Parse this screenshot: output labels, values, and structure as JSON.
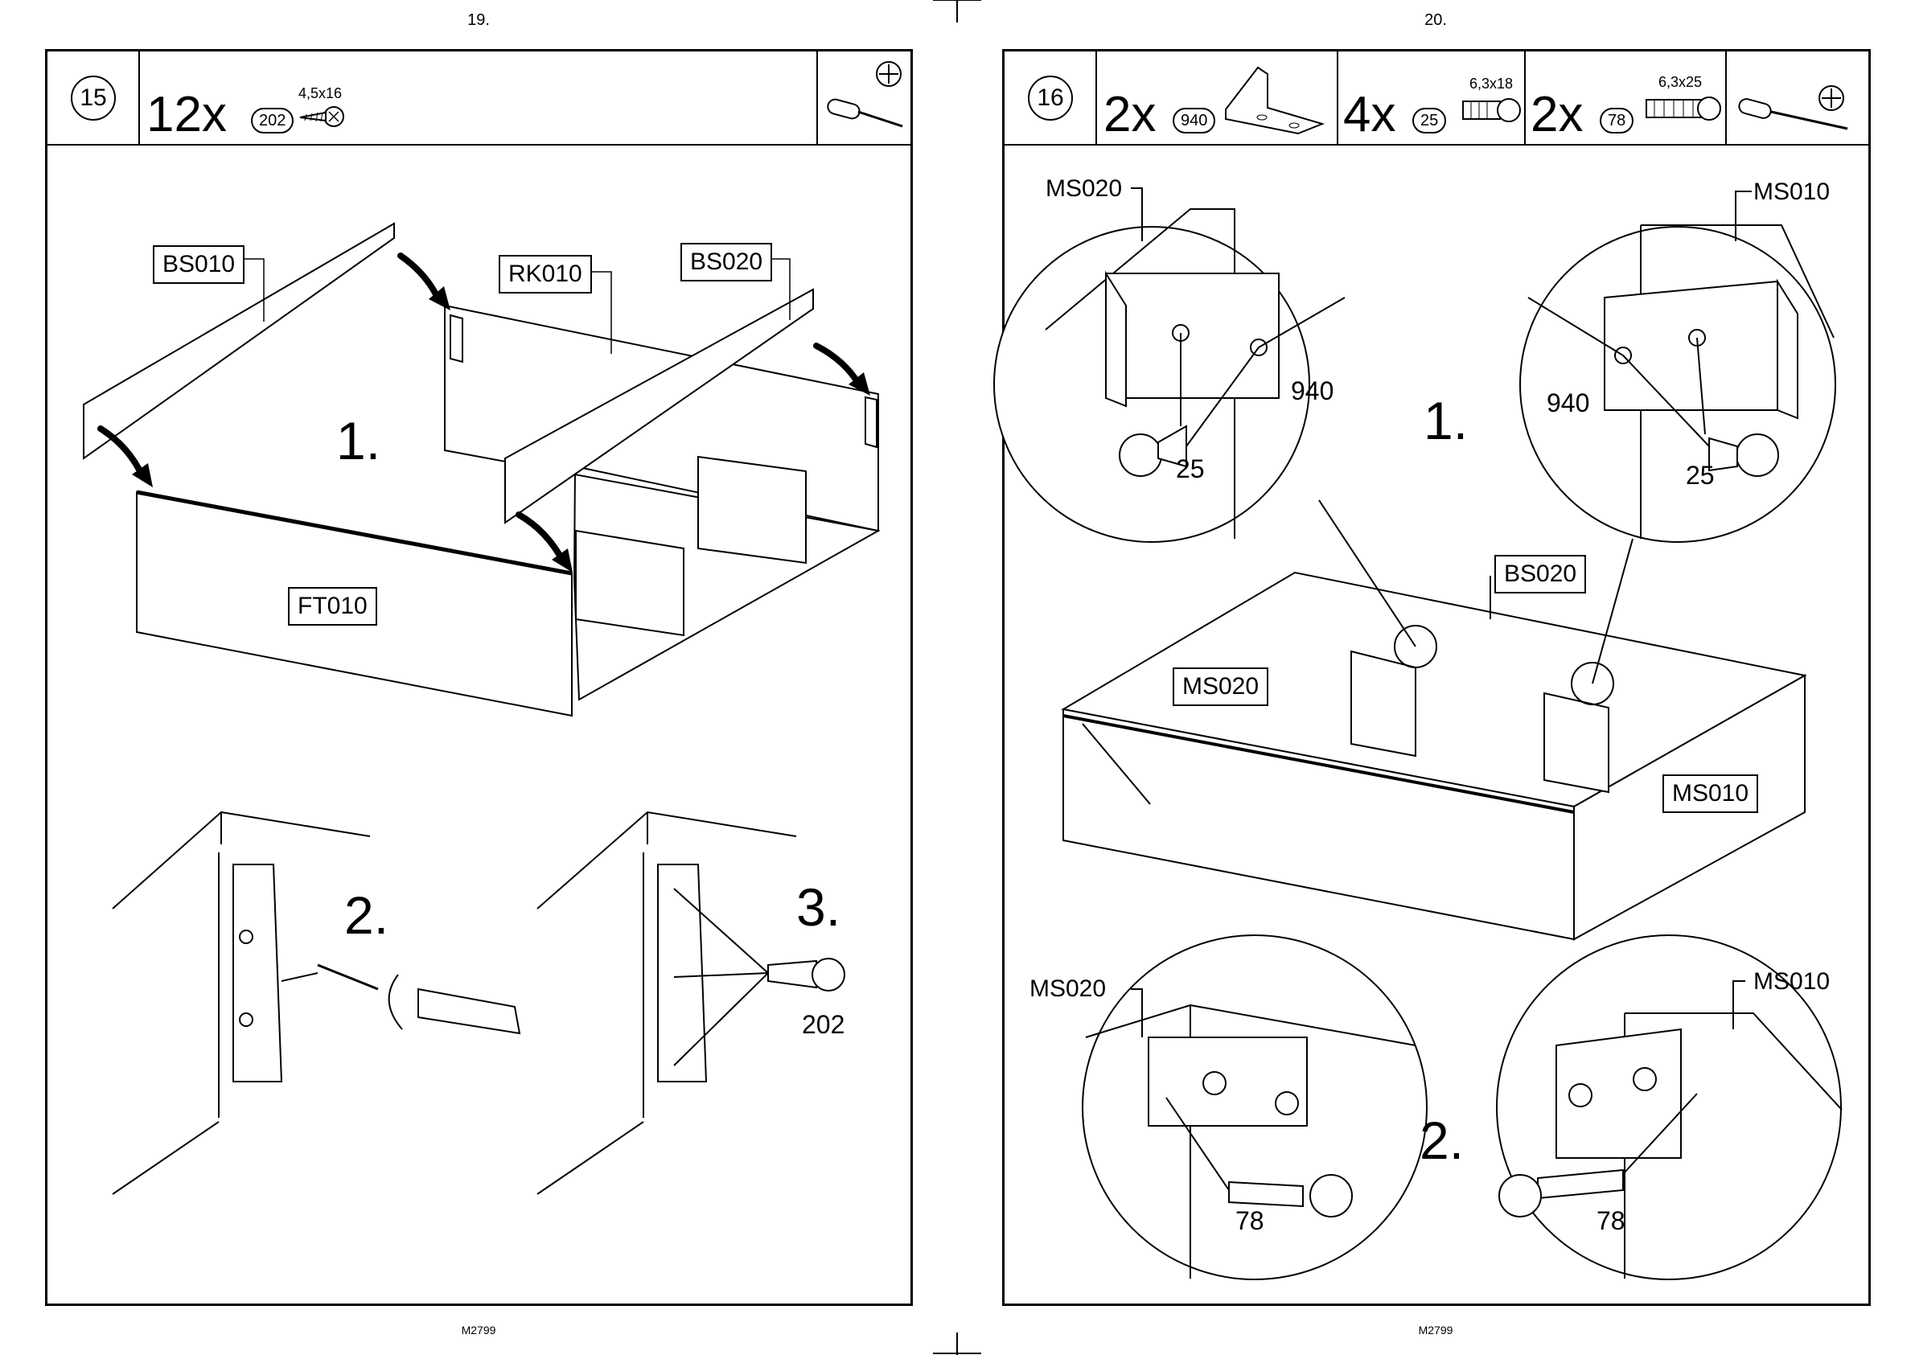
{
  "left_page": {
    "page_number": "19.",
    "footer": "M2799",
    "step": "15",
    "parts": [
      {
        "qty": "12x",
        "id": "202",
        "spec": "4,5x16",
        "icon": "wood-screw-icon"
      }
    ],
    "tool_icons": [
      "screwdriver-icon",
      "phillips-head-icon"
    ],
    "labels": {
      "bs010": "BS010",
      "rk010": "RK010",
      "bs020": "BS020",
      "ft010": "FT010"
    },
    "substeps": {
      "s1": "1.",
      "s2": "2.",
      "s3": "3."
    },
    "callouts": {
      "screw": "202"
    }
  },
  "right_page": {
    "page_number": "20.",
    "footer": "M2799",
    "step": "16",
    "parts": [
      {
        "qty": "2x",
        "id": "940",
        "spec": "",
        "icon": "angle-bracket-icon"
      },
      {
        "qty": "4x",
        "id": "25",
        "spec": "6,3x18",
        "icon": "short-screw-icon"
      },
      {
        "qty": "2x",
        "id": "78",
        "spec": "6,3x25",
        "icon": "long-screw-icon"
      }
    ],
    "tool_icons": [
      "screwdriver-icon",
      "phillips-head-icon"
    ],
    "labels": {
      "ms020_a": "MS020",
      "ms010_a": "MS010",
      "bs020": "BS020",
      "ms020_b": "MS020",
      "ms010_b": "MS010",
      "ms020_c": "MS020",
      "ms010_c": "MS010"
    },
    "substeps": {
      "s1": "1.",
      "s2": "2."
    },
    "callouts": {
      "bracket_left": "940",
      "bracket_right": "940",
      "screw_left": "25",
      "screw_right": "25",
      "screw78_left": "78",
      "screw78_right": "78"
    }
  }
}
